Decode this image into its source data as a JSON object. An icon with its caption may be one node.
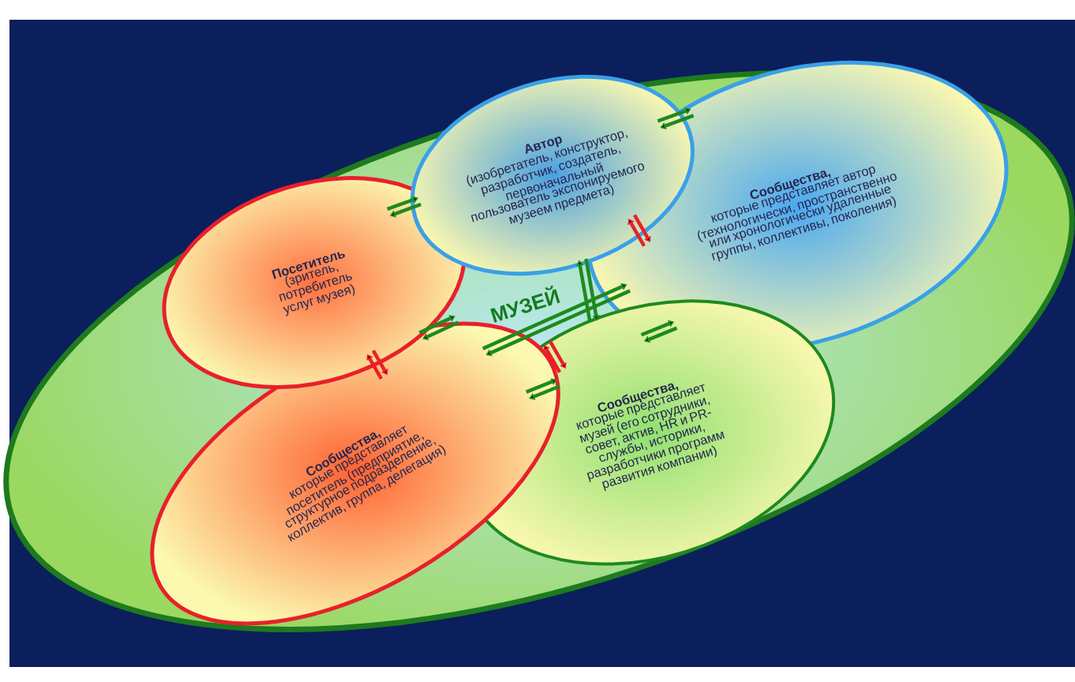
{
  "diagram": {
    "nodes": [
      {
        "text": [
          "МУЗЕЙ"
        ]
      },
      {
        "text": [
          "Посетитель",
          "(зритель, потребитель услуг музея)"
        ],
        "in": 0
      },
      {
        "text": [
          "Автор",
          "(изобретатель, конструктор, разработчик, создатель, первоначальный пользователь экспонируемого музеем предмета)"
        ],
        "in": 0
      },
      {
        "text": [
          "Сообщества,",
          "которые представляет автор (технологически, пространственно или хронологически удаленные группы, коллективы, поколения)"
        ],
        "in": 0
      },
      {
        "text": [
          "Сообщества,",
          "которые представляет посетитель (предприятие, структурное подразделение, коллектив, группа, делегация)"
        ],
        "in": 0
      },
      {
        "text": [
          "Сообщества,",
          "которые представляет музей (его сотрудники, совет, актив, HR и PR-службы, историки, разработчики программ развития компании)"
        ],
        "in": 0
      }
    ],
    "edges": [
      {
        "from": 1,
        "to": 2,
        "arrow": "both"
      },
      {
        "from": 2,
        "to": 3,
        "arrow": "both"
      },
      {
        "from": 2,
        "to": 3,
        "arrow": "both",
        "color": "#e8202a"
      },
      {
        "from": 1,
        "to": 4,
        "arrow": "both",
        "color": "#e8202a"
      },
      {
        "from": 1,
        "to": 4,
        "arrow": "both"
      },
      {
        "from": 2,
        "to": 5,
        "arrow": "both"
      },
      {
        "from": 3,
        "to": 5,
        "arrow": "both"
      },
      {
        "from": 4,
        "to": 5,
        "arrow": "both"
      },
      {
        "from": 4,
        "to": 5,
        "arrow": "both",
        "color": "#e8202a"
      },
      {
        "from": 4,
        "to": 3,
        "arrow": "both"
      }
    ]
  }
}
